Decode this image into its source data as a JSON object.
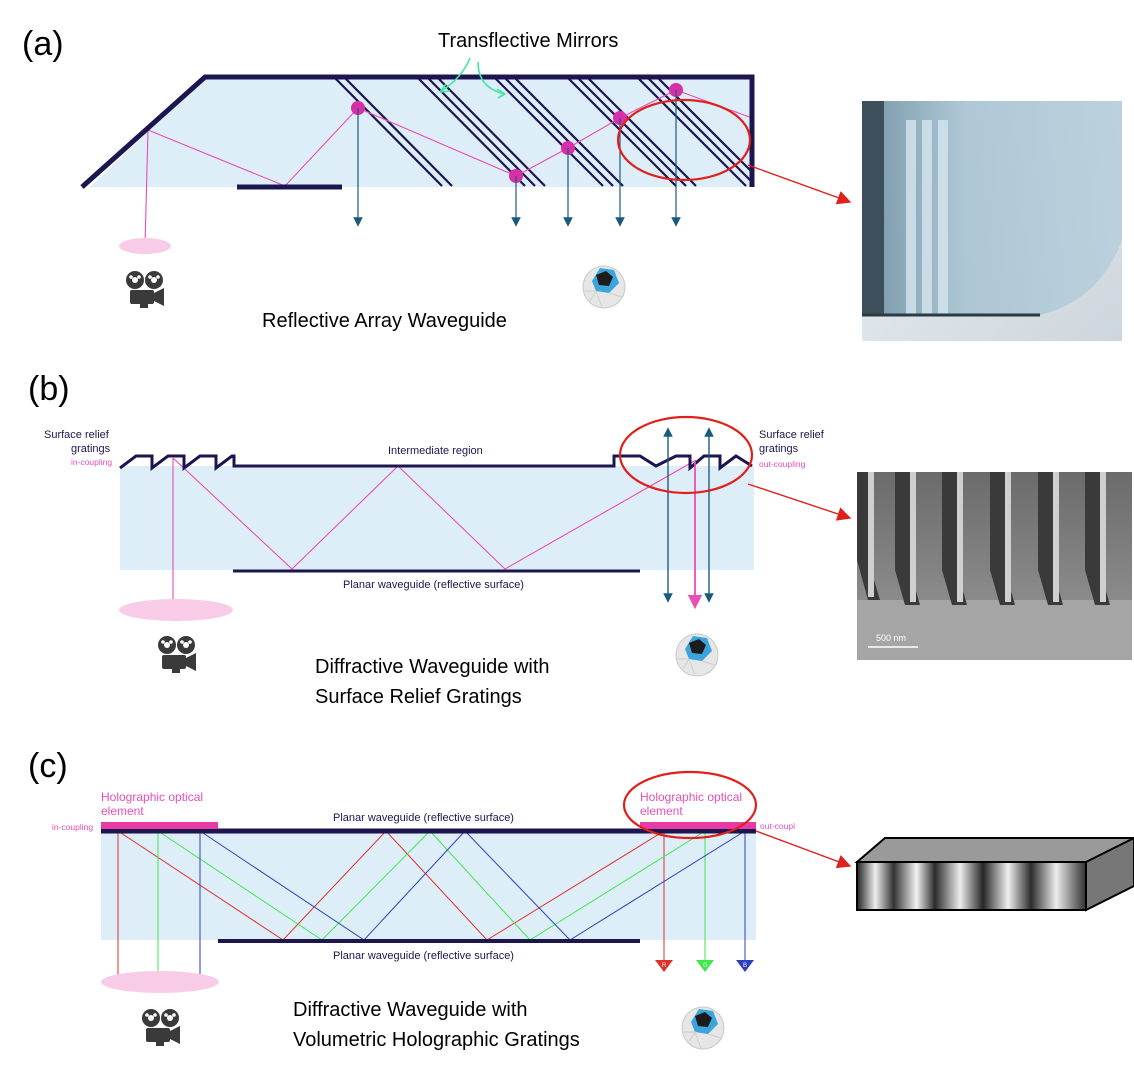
{
  "panel_a": {
    "letter": "(a)",
    "top_label": "Transflective Mirrors",
    "caption": "Reflective Array Waveguide",
    "icons": [
      "projector-icon",
      "eye-icon"
    ]
  },
  "panel_b": {
    "letter": "(b)",
    "left_label_1": "Surface relief",
    "left_label_2": "gratings",
    "left_sub": "in-coupling",
    "mid_label": "Intermediate region",
    "right_label_1": "Surface relief",
    "right_label_2": "gratings",
    "right_sub": "out-coupling",
    "bottom_label": "Planar waveguide (reflective surface)",
    "caption_1": "Diffractive Waveguide with",
    "caption_2": "Surface Relief Gratings",
    "sem_scale": "500 nm",
    "icons": [
      "projector-icon",
      "eye-icon"
    ]
  },
  "panel_c": {
    "letter": "(c)",
    "left_label_1": "Holographic optical",
    "left_label_2": "element",
    "left_sub": "in-coupling",
    "top_label": "Planar waveguide (reflective surface)",
    "right_label_1": "Holographic optical",
    "right_label_2": "element",
    "right_sub": "out-coupl",
    "bottom_label": "Planar waveguide (reflective surface)",
    "rgb": [
      "R",
      "G",
      "B"
    ],
    "caption_1": "Diffractive Waveguide with",
    "caption_2": "Volumetric Holographic Gratings",
    "icons": [
      "projector-icon",
      "eye-icon"
    ]
  },
  "colors": {
    "waveguide_fill": "#deeef8",
    "frame": "#1c1550",
    "pink": "#e84fb5",
    "teal_arrow": "#1b5b7a",
    "red_circle": "#e0201c",
    "mirror_dot": "#d82fa8",
    "ray_green": "#3ee84c",
    "ray_red": "#e0302a",
    "ray_blue": "#2c3fbf"
  }
}
